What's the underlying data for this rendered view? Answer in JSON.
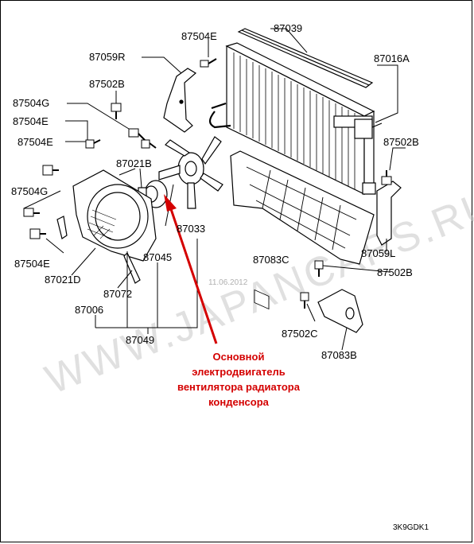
{
  "labels": {
    "p87039": "87039",
    "p87504E_top": "87504E",
    "p87059R": "87059R",
    "p87016A": "87016A",
    "p87502B_top": "87502B",
    "p87504G_top": "87504G",
    "p87504E_a": "87504E",
    "p87504E_b": "87504E",
    "p87502B_right": "87502B",
    "p87021B": "87021B",
    "p87504G_left": "87504G",
    "p87033": "87033",
    "p87083C": "87083C",
    "p87059L": "87059L",
    "p87045": "87045",
    "p87504E_bottom": "87504E",
    "p87502B_low": "87502B",
    "p87021D": "87021D",
    "p87072": "87072",
    "p87006": "87006",
    "p87502C": "87502C",
    "p87049": "87049",
    "p87083B": "87083B"
  },
  "watermark": "WWW.JAPANCARS.RU",
  "date": "11.06.2012",
  "annotation": {
    "line1": "Основной",
    "line2": "электродвигатель",
    "line3": "вентилятора радиатора",
    "line4": "конденсора"
  },
  "diagram_code": "3K9GDK1",
  "colors": {
    "annotation": "#d40000",
    "line": "#000000",
    "watermark": "#c8c8c8"
  }
}
